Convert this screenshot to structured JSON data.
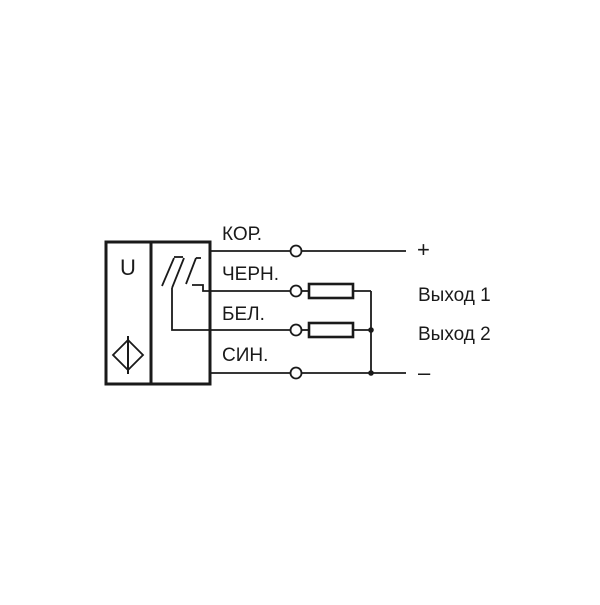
{
  "sensor": {
    "supply_symbol": "U"
  },
  "wires": [
    {
      "id": "kor",
      "label": "КОР."
    },
    {
      "id": "chern",
      "label": "ЧЕРН."
    },
    {
      "id": "bel",
      "label": "БЕЛ."
    },
    {
      "id": "sin",
      "label": "СИН."
    }
  ],
  "outputs": {
    "plus": "+",
    "minus": "–",
    "output1": "Выход 1",
    "output2": "Выход 2"
  }
}
